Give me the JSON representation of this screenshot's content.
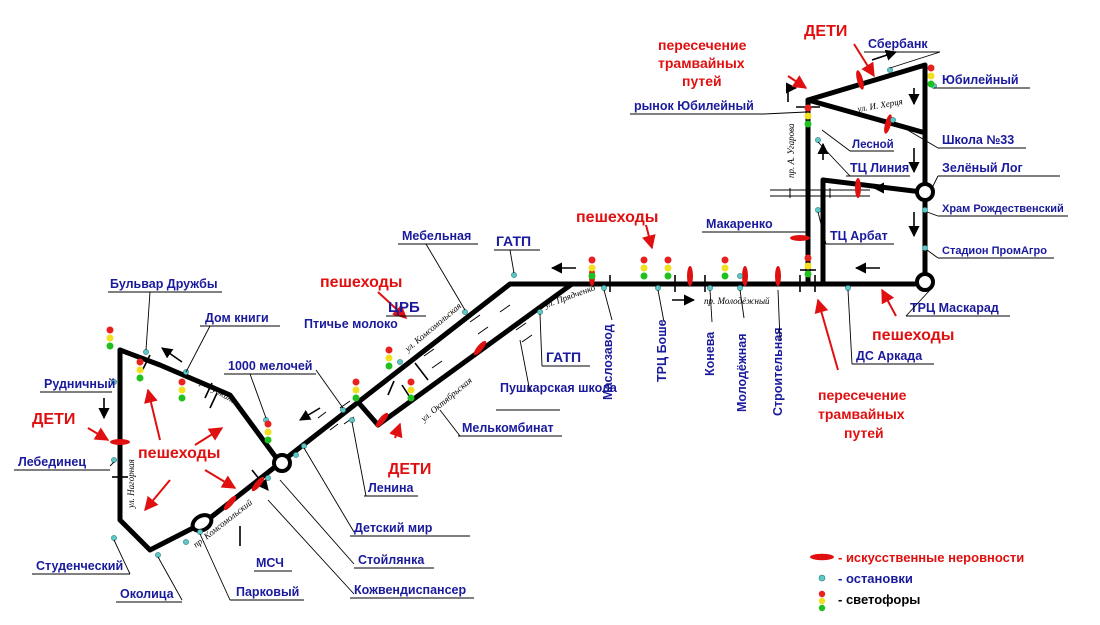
{
  "stops": {
    "bulvar_druzhby": "Бульвар Дружбы",
    "dom_knigi": "Дом книги",
    "rudnichny": "Рудничный",
    "lebedinets": "Лебединец",
    "studenchesky": "Студенческий",
    "okolitsa": "Околица",
    "parkovy": "Парковый",
    "msch": "МСЧ",
    "kozhvendispanser": "Кожвендиспансер",
    "stoyanka": "Стойлянка",
    "detsky_mir": "Детский мир",
    "lenina": "Ленина",
    "tysyacha_melochei": "1000 мелочей",
    "ptichye_moloko": "Птичье молоко",
    "tsrb": "ЦРБ",
    "mebelnaya": "Мебельная",
    "gatp_top": "ГАТП",
    "gatp_bottom": "ГАТП",
    "pushkarskaya_shkola": "Пушкарская школа",
    "melkombinat": "Мелькомбинат",
    "maslozavod": "Маслозавод",
    "trts_boshe": "ТРЦ Боше",
    "koneva": "Конева",
    "molodezhnaya": "Молодёжная",
    "stroitelnaya": "Строительная",
    "makarenko": "Макаренко",
    "rynok_yubileyny": "рынок Юбилейный",
    "lesnoy": "Лесной",
    "trts_liniya": "ТЦ Линия",
    "tts_arbat": "ТЦ Арбат",
    "sberbank": "Сбербанк",
    "yubileyny": "Юбилейный",
    "shkola33": "Школа №33",
    "zeleny_log": "Зелёный Лог",
    "khram": "Храм Рождественский",
    "stadion": "Стадион ПромАгро",
    "trts_maskarad": "ТРЦ Маскарад",
    "ds_arkada": "ДС Аркада"
  },
  "streets": {
    "nagornaya": "ул. Нагорная",
    "gubkina": "пр. Губкина",
    "komsomolsky_bottom": "пр. Комсомольский",
    "komsomolskaya": "ул. Комсомольская",
    "oktyabrskaya": "ул. Октябрьская",
    "pryadchenko": "ул. Прядченко",
    "molodezhny": "пр. Молодёжный",
    "ugarova": "пр. А. Угарова",
    "khertsa": "ул. И. Херця"
  },
  "warnings": {
    "deti_left": "ДЕТИ",
    "peshekhody_left": "пешеходы",
    "peshekhody_center": "пешеходы",
    "deti_center": "ДЕТИ",
    "peshekhody_top": "пешеходы",
    "peresechenie_top_1": "пересечение",
    "peresechenie_top_2": "трамвайных",
    "peresechenie_top_3": "путей",
    "deti_top": "ДЕТИ",
    "peshekhody_right": "пешеходы",
    "peresechenie_bot_1": "пересечение",
    "peresechenie_bot_2": "трамвайных",
    "peresechenie_bot_3": "путей"
  },
  "legend": {
    "bumps": "- искусственные неровности",
    "stops": "- остановки",
    "lights": "- светофоры"
  },
  "colors": {
    "route": "#000000",
    "stop_fill": "#5ec8c8",
    "bump": "#e01010",
    "text_blue": "#1a1a9c",
    "warn_red": "#e01010",
    "tl_red": "#e82020",
    "tl_yellow": "#f0e020",
    "tl_green": "#20c020"
  }
}
